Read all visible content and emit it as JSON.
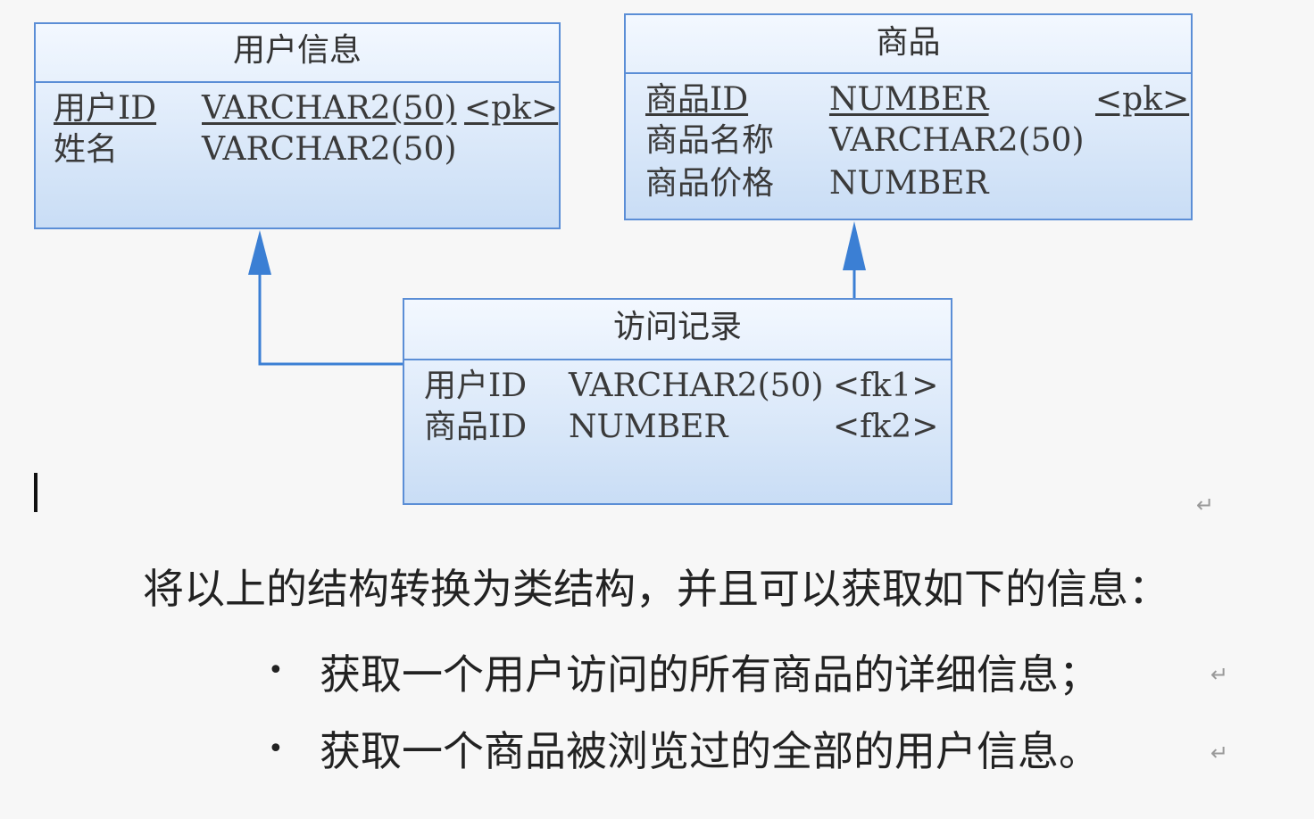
{
  "entities": {
    "user_info": {
      "title": "用户信息",
      "attributes": [
        {
          "name": "用户ID",
          "type": "VARCHAR2(50)",
          "key": "<pk>"
        },
        {
          "name": "姓名",
          "type": "VARCHAR2(50)",
          "key": ""
        }
      ]
    },
    "goods": {
      "title": "商品",
      "attributes": [
        {
          "name": "商品ID",
          "type": "NUMBER",
          "key": "<pk>"
        },
        {
          "name": "商品名称",
          "type": "VARCHAR2(50)",
          "key": ""
        },
        {
          "name": "商品价格",
          "type": "NUMBER",
          "key": ""
        }
      ]
    },
    "visit_record": {
      "title": "访问记录",
      "attributes": [
        {
          "name": "用户ID",
          "type": "VARCHAR2(50)",
          "key": "<fk1>"
        },
        {
          "name": "商品ID",
          "type": "NUMBER",
          "key": "<fk2>"
        }
      ]
    }
  },
  "text": {
    "sentence": "将以上的结构转换为类结构，并且可以获取如下的信息：",
    "bullets": [
      "获取一个用户访问的所有商品的详细信息；",
      "获取一个商品被浏览过的全部的用户信息。"
    ],
    "bullet_char": "•",
    "paragraph_mark": "↵"
  },
  "colors": {
    "entity_border": "#5b8ed6",
    "arrow": "#3b7fd4"
  }
}
